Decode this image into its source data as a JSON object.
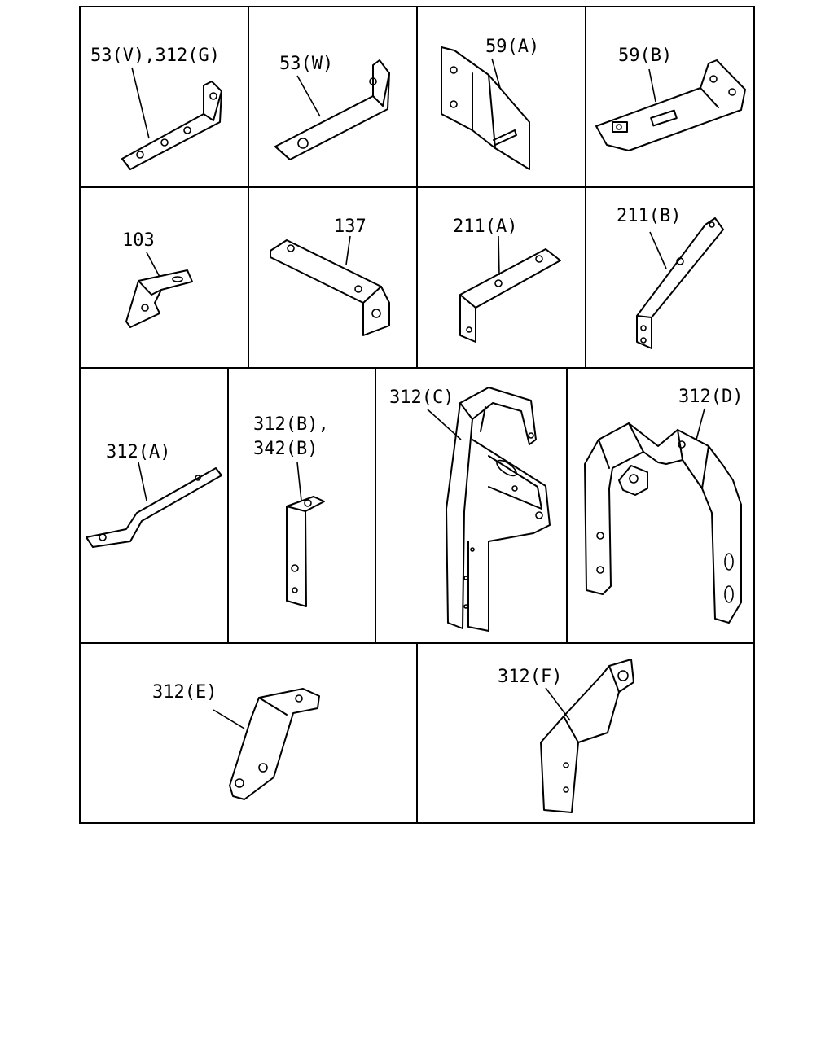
{
  "diagram": {
    "labels": {
      "p53v_312g": "53(V),312(G)",
      "p53w": "53(W)",
      "p59a": "59(A)",
      "p59b": "59(B)",
      "p103": "103",
      "p137": "137",
      "p211a": "211(A)",
      "p211b": "211(B)",
      "p312a": "312(A)",
      "p312b_line1": "312(B),",
      "p312b_line2": "342(B)",
      "p312c": "312(C)",
      "p312d": "312(D)",
      "p312e": "312(E)",
      "p312f": "312(F)"
    }
  }
}
